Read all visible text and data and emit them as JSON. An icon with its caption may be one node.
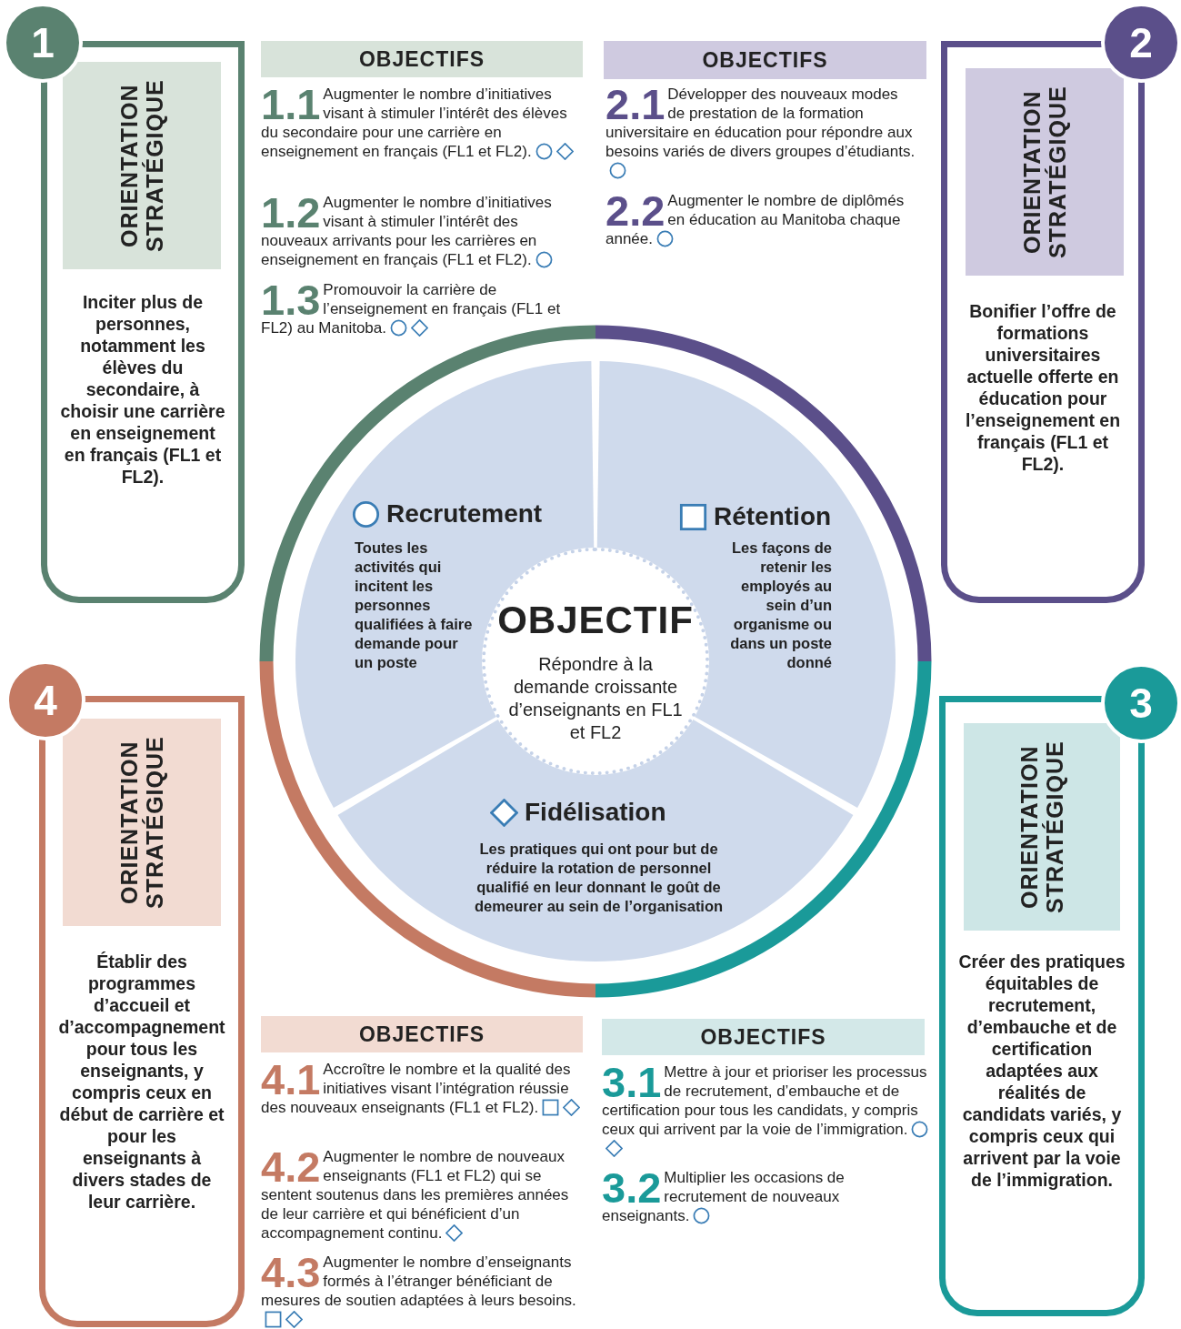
{
  "diagram": {
    "nodes": [
      {
        "text": [
          "1"
        ]
      },
      {
        "text": [
          "ORIENTATION STRATÉGIQUE",
          "Inciter plus de personnes, notamment les élèves du secondaire, à choisir une carrière en enseignement en français (FL1 et FL2)."
        ]
      },
      {
        "text": [
          "OBJECTIFS"
        ]
      },
      {
        "text": [
          "1.1",
          "Augmenter le nombre d’initiatives visant à stimuler l’intérêt des élèves du secondaire pour une carrière en enseignement en français (FL1 et FL2)."
        ]
      },
      {
        "text": [
          "1.2",
          "Augmenter le nombre d’initiatives visant à stimuler l’intérêt des nouveaux arrivants pour les carrières en enseignement en français (FL1 et FL2)."
        ]
      },
      {
        "text": [
          "1.3",
          "Promouvoir la carrière de l’enseignement en français (FL1 et FL2) au Manitoba."
        ]
      },
      {
        "text": [
          "OBJECTIFS"
        ]
      },
      {
        "text": [
          "2.1",
          "Développer des nouveaux modes de prestation de la formation universitaire en éducation pour répondre aux besoins variés de divers groupes d’étudiants."
        ]
      },
      {
        "text": [
          "2.2",
          "Augmenter le nombre de diplômés en éducation au Manitoba chaque année."
        ]
      },
      {
        "text": [
          "2"
        ]
      },
      {
        "text": [
          "ORIENTATION STRATÉGIQUE",
          "Bonifier l’offre de formations universitaires actuelle offerte en éducation pour l’enseignement en français (FL1 et FL2)."
        ]
      },
      {
        "text": [
          "Recrutement",
          "Toutes les activités qui incitent les personnes qualifiées à faire demande pour un poste"
        ]
      },
      {
        "text": [
          "Rétention",
          "Les façons de retenir les employés au sein d’un organisme ou dans un poste donné"
        ]
      },
      {
        "text": [
          "OBJECTIF",
          "Répondre à la demande croissante d’enseignants en FL1 et FL2"
        ]
      },
      {
        "text": [
          "Fidélisation",
          "Les pratiques qui ont pour but de réduire la rotation de personnel qualifié en leur donnant le goût de demeurer au sein de l’organisation"
        ]
      },
      {
        "text": [
          "4"
        ]
      },
      {
        "text": [
          "ORIENTATION STRATÉGIQUE",
          "Établir des programmes d’accueil et d’accompagnement pour tous les enseignants, y compris ceux en début de carrière et pour les enseignants à divers stades de leur carrière."
        ]
      },
      {
        "text": [
          "3"
        ]
      },
      {
        "text": [
          "ORIENTATION STRATÉGIQUE",
          "Créer des pratiques équitables de recrutement, d’embauche et de certification adaptées aux réalités de candidats variés, y compris ceux qui arrivent par la voie de l’immigration."
        ]
      },
      {
        "text": [
          "OBJECTIFS"
        ]
      },
      {
        "text": [
          "4.1",
          "Accroître le nombre et la qualité des initiatives visant l’intégration réussie des nouveaux enseignants (FL1 et FL2)."
        ]
      },
      {
        "text": [
          "4.2",
          "Augmenter le nombre de nouveaux enseignants (FL1 et FL2) qui se sentent soutenus dans les premières années de leur carrière et qui bénéficient d’un accompagnement continu."
        ]
      },
      {
        "text": [
          "4.3",
          "Augmenter le nombre d’enseignants formés à l’étranger bénéficiant de mesures de soutien adaptées à leurs besoins."
        ]
      },
      {
        "text": [
          "OBJECTIFS"
        ]
      },
      {
        "text": [
          "3.1",
          "Mettre à jour et prioriser les processus de recrutement, d’embauche et de certification pour tous les candidats, y compris ceux qui arrivent par la voie de l’immigration."
        ]
      },
      {
        "text": [
          "3.2",
          "Multiplier les occasions de recrutement de nouveaux enseignants."
        ]
      }
    ]
  }
}
